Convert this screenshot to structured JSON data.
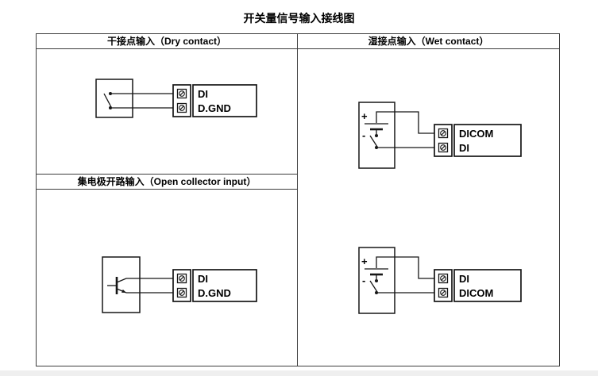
{
  "title": "开关量信号输入接线图",
  "table": {
    "headers": {
      "dry": "干接点输入（Dry contact）",
      "wet": "湿接点输入（Wet contact）",
      "open_collector": "集电极开路输入（Open collector input）"
    },
    "diagrams": {
      "dry": {
        "terminals": {
          "top": "DI",
          "bottom": "D.GND"
        }
      },
      "open_collector": {
        "terminals": {
          "top": "DI",
          "bottom": "D.GND"
        }
      },
      "wet_top": {
        "battery": {
          "plus": "+",
          "minus": "-"
        },
        "terminals": {
          "top": "DICOM",
          "bottom": "DI"
        }
      },
      "wet_bottom": {
        "battery": {
          "plus": "+",
          "minus": "-"
        },
        "terminals": {
          "top": "DI",
          "bottom": "DICOM"
        }
      }
    }
  },
  "colors": {
    "line": "#161616",
    "table_border": "#3d3d3d",
    "background": "#ffffff"
  }
}
